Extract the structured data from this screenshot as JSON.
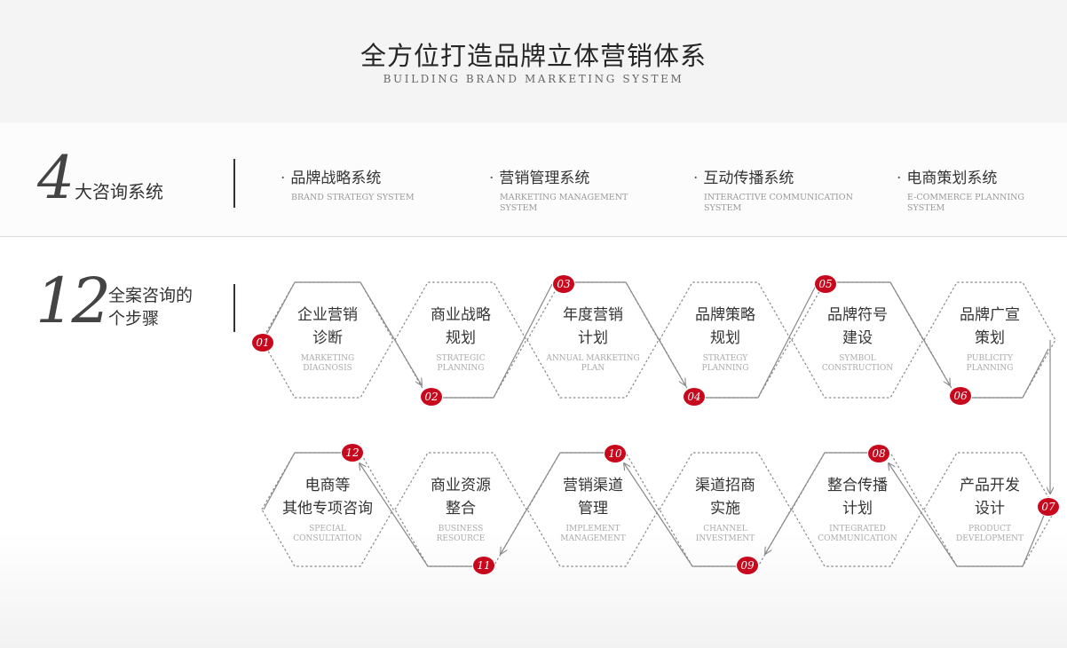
{
  "header": {
    "title": "全方位打造品牌立体营销体系",
    "subtitle": "BUILDING BRAND MARKETING SYSTEM"
  },
  "four": {
    "number": "4",
    "label": "大咨询系统",
    "systems": [
      {
        "cn": "品牌战略系统",
        "en": "BRAND STRATEGY SYSTEM"
      },
      {
        "cn": "营销管理系统",
        "en": "MARKETING MANAGEMENT SYSTEM"
      },
      {
        "cn": "互动传播系统",
        "en": "INTERACTIVE COMMUNICATION SYSTEM"
      },
      {
        "cn": "电商策划系统",
        "en": "E-COMMERCE PLANNING SYSTEM"
      }
    ]
  },
  "twelve": {
    "number": "12",
    "label_line1": "全案咨询的",
    "label_line2": "个步骤"
  },
  "steps": [
    {
      "num": "01",
      "cn1": "企业营销",
      "cn2": "诊断",
      "en1": "MARKETING",
      "en2": "DIAGNOSIS"
    },
    {
      "num": "02",
      "cn1": "商业战略",
      "cn2": "规划",
      "en1": "STRATEGIC",
      "en2": "PLANNING"
    },
    {
      "num": "03",
      "cn1": "年度营销",
      "cn2": "计划",
      "en1": "ANNUAL MARKETING",
      "en2": "PLAN"
    },
    {
      "num": "04",
      "cn1": "品牌策略",
      "cn2": "规划",
      "en1": "STRATEGY",
      "en2": "PLANNING"
    },
    {
      "num": "05",
      "cn1": "品牌符号",
      "cn2": "建设",
      "en1": "SYMBOL",
      "en2": "CONSTRUCTION"
    },
    {
      "num": "06",
      "cn1": "品牌广宣",
      "cn2": "策划",
      "en1": "PUBLICITY",
      "en2": "PLANNING"
    },
    {
      "num": "07",
      "cn1": "产品开发",
      "cn2": "设计",
      "en1": "PRODUCT",
      "en2": "DEVELOPMENT"
    },
    {
      "num": "08",
      "cn1": "整合传播",
      "cn2": "计划",
      "en1": "INTEGRATED",
      "en2": "COMMUNICATION"
    },
    {
      "num": "09",
      "cn1": "渠道招商",
      "cn2": "实施",
      "en1": "CHANNEL",
      "en2": "INVESTMENT"
    },
    {
      "num": "10",
      "cn1": "营销渠道",
      "cn2": "管理",
      "en1": "IMPLEMENT",
      "en2": "MANAGEMENT"
    },
    {
      "num": "11",
      "cn1": "商业资源",
      "cn2": "整合",
      "en1": "BUSINESS",
      "en2": "RESOURCE"
    },
    {
      "num": "12",
      "cn1": "电商等",
      "cn2": "其他专项咨询",
      "en1": "SPECIAL",
      "en2": "CONSULTATION"
    }
  ],
  "colors": {
    "accent": "#c8091d",
    "line": "#888888",
    "text": "#333333"
  }
}
